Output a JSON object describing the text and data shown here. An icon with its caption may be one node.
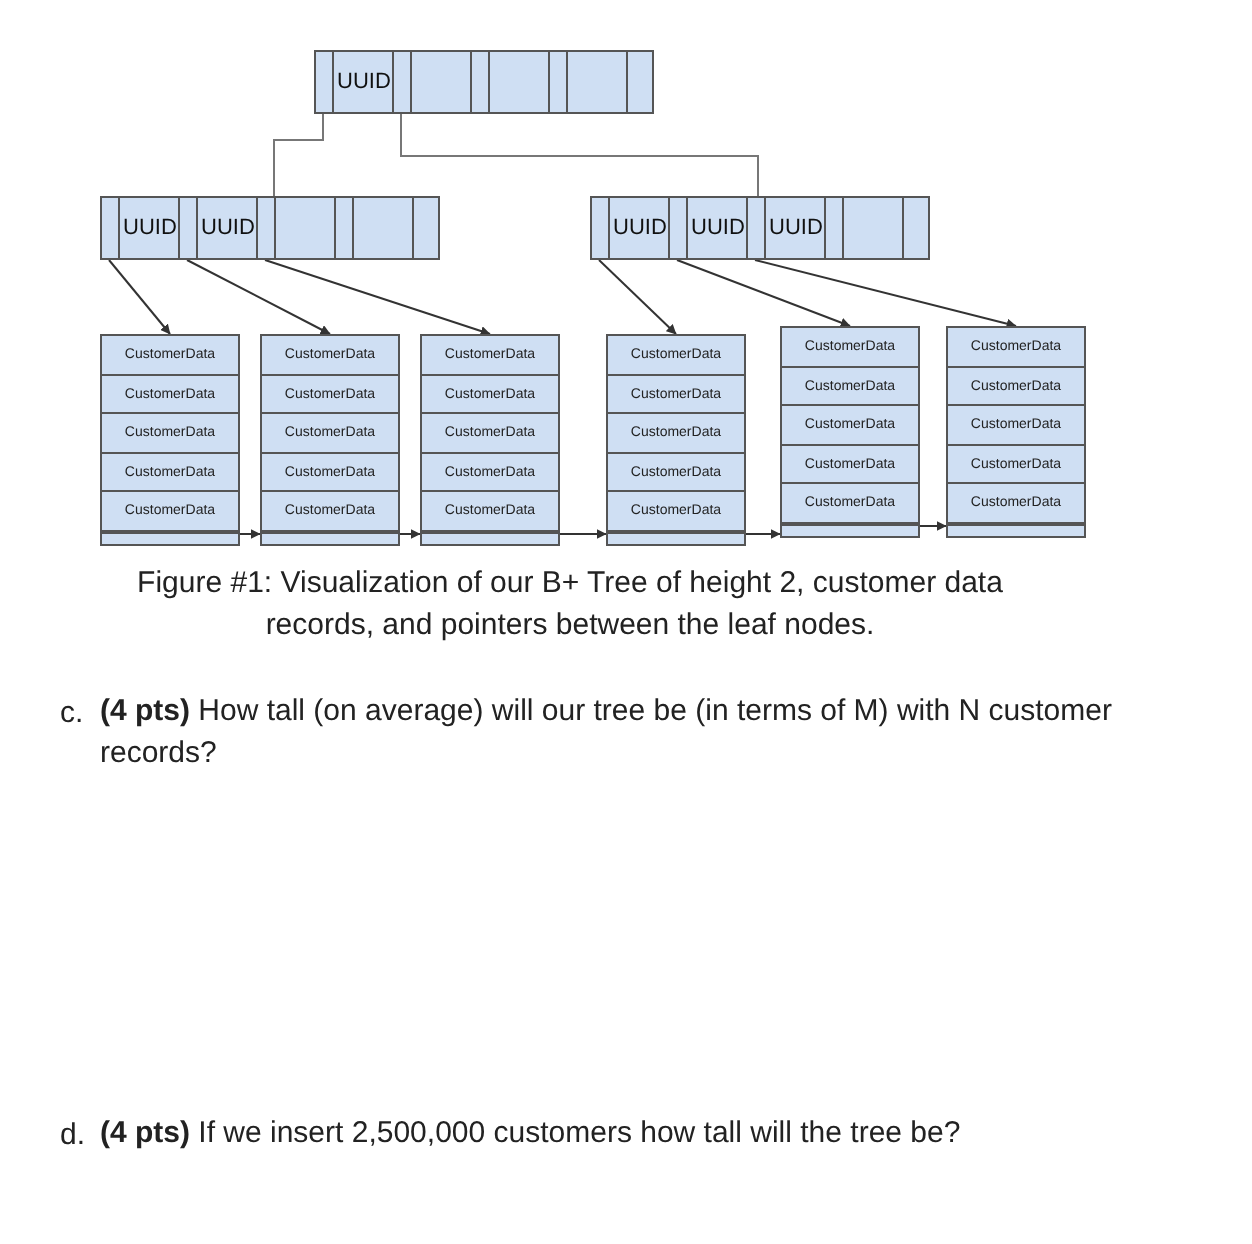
{
  "diagram": {
    "caption": "Figure #1: Visualization of our B+ Tree of height 2, customer data records, and pointers between the leaf nodes.",
    "nodes": [
      {
        "text": [
          "UUID"
        ]
      },
      {
        "text": [
          "UUID",
          "UUID"
        ]
      },
      {
        "text": [
          "UUID",
          "UUID",
          "UUID"
        ]
      },
      {
        "text": [
          "CustomerData",
          "CustomerData",
          "CustomerData",
          "CustomerData",
          "CustomerData"
        ]
      },
      {
        "text": [
          "CustomerData",
          "CustomerData",
          "CustomerData",
          "CustomerData",
          "CustomerData"
        ]
      },
      {
        "text": [
          "CustomerData",
          "CustomerData",
          "CustomerData",
          "CustomerData",
          "CustomerData"
        ]
      },
      {
        "text": [
          "CustomerData",
          "CustomerData",
          "CustomerData",
          "CustomerData",
          "CustomerData"
        ]
      },
      {
        "text": [
          "CustomerData",
          "CustomerData",
          "CustomerData",
          "CustomerData",
          "CustomerData"
        ]
      },
      {
        "text": [
          "CustomerData",
          "CustomerData",
          "CustomerData",
          "CustomerData",
          "CustomerData"
        ]
      }
    ],
    "edges": [
      {
        "from": 0,
        "to": 1,
        "arrow": "none"
      },
      {
        "from": 0,
        "to": 2,
        "arrow": "none"
      },
      {
        "from": 1,
        "to": 3,
        "arrow": "to"
      },
      {
        "from": 1,
        "to": 4,
        "arrow": "to"
      },
      {
        "from": 1,
        "to": 5,
        "arrow": "to"
      },
      {
        "from": 2,
        "to": 6,
        "arrow": "to"
      },
      {
        "from": 2,
        "to": 7,
        "arrow": "to"
      },
      {
        "from": 2,
        "to": 8,
        "arrow": "to"
      },
      {
        "from": 3,
        "to": 4,
        "arrow": "to"
      },
      {
        "from": 4,
        "to": 5,
        "arrow": "to"
      },
      {
        "from": 5,
        "to": 6,
        "arrow": "to"
      },
      {
        "from": 6,
        "to": 7,
        "arrow": "to"
      },
      {
        "from": 7,
        "to": 8,
        "arrow": "to"
      }
    ],
    "labels": [
      "c.",
      "**(4 pts)** How tall (on average) will our tree be (in terms of M) with N customer records?",
      "d.",
      "**(4 pts)** If we insert 2,500,000 customers how tall will the tree be?"
    ]
  }
}
